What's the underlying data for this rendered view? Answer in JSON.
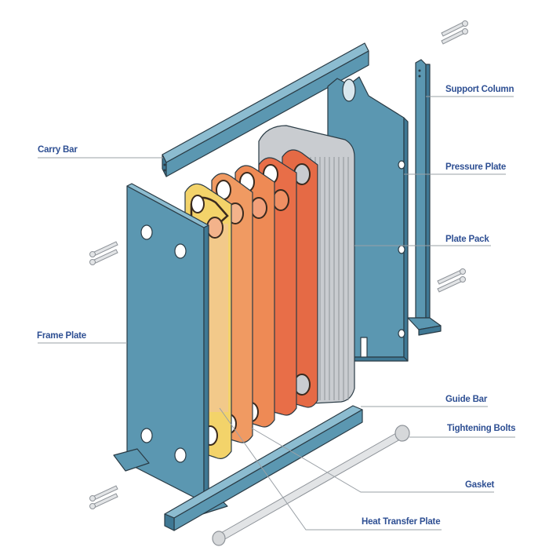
{
  "title": "Plate Heat Exchanger Exploded View",
  "colors": {
    "frame": "#5b97b1",
    "frame_dark": "#3f7894",
    "frame_light": "#8cbcd0",
    "plate_yellow": "#f3d36a",
    "plate_orange": "#ee8a55",
    "plate_red": "#e56a45",
    "plate_pack": "#c9ccd0",
    "gasket": "#3a2a1e",
    "label": "#2e4f93",
    "bolt": "#d6d8da"
  },
  "labels": {
    "support_column": "Support Column",
    "carry_bar": "Carry Bar",
    "pressure_plate": "Pressure Plate",
    "plate_pack": "Plate Pack",
    "frame_plate": "Frame Plate",
    "guide_bar": "Guide Bar",
    "tightening_bolts": "Tightening Bolts",
    "gasket": "Gasket",
    "heat_transfer_plate": "Heat Transfer Plate"
  }
}
